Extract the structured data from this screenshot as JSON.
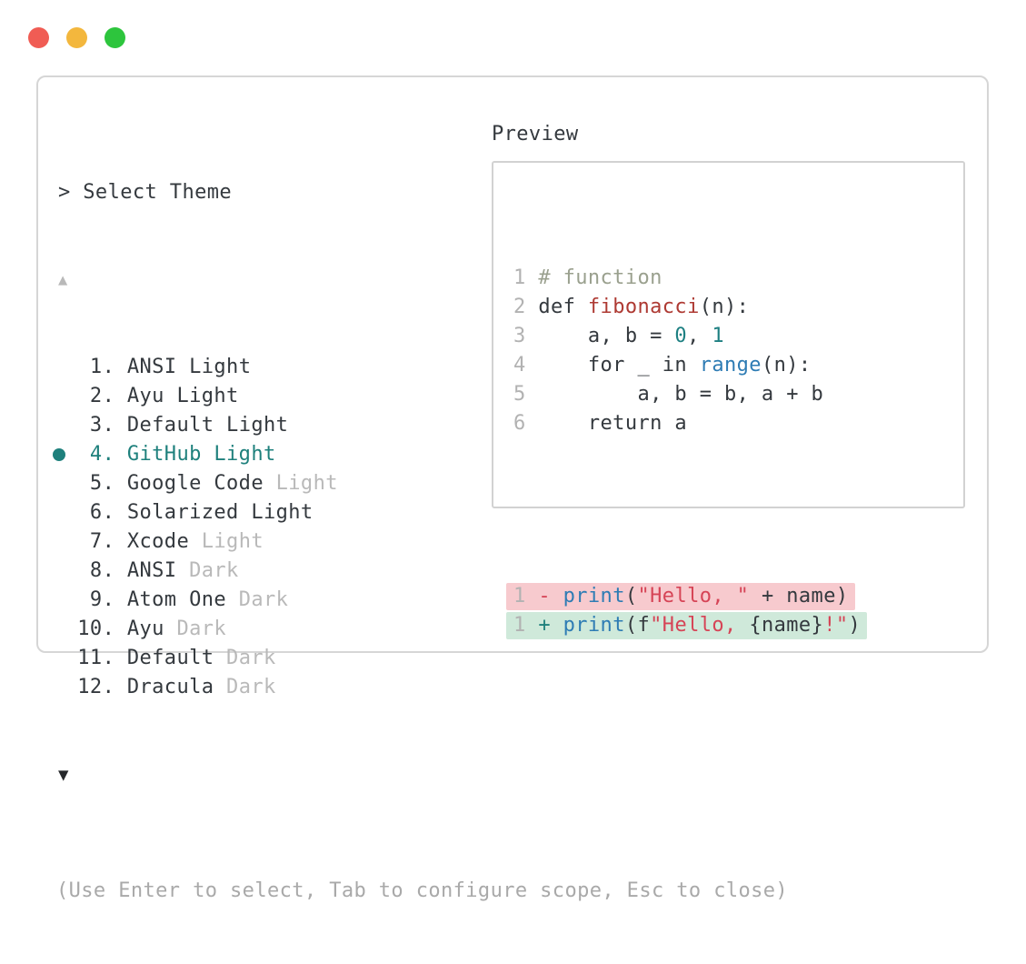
{
  "palette": {
    "text": "#34393e",
    "muted": "#b9b9b9",
    "footer_muted": "#a9a9a9",
    "line_number": "#b2b2b2",
    "teal": "#1e807c",
    "number_teal": "#1e8082",
    "comment": "#9aa08e",
    "function_red": "#ae3a33",
    "builtin_blue": "#2e7cb4",
    "string_red": "#d64456",
    "diff_removed_bg": "#f7cace",
    "diff_added_bg": "#cfe9da",
    "border": "#d6d6d6",
    "border_light": "#d2d2d2",
    "arrow_dark": "#26282b",
    "traffic_red": "#f05c54",
    "traffic_yellow": "#f3b73d",
    "traffic_green": "#2dc53d"
  },
  "window": {
    "controls": [
      "close",
      "minimize",
      "zoom"
    ]
  },
  "selector": {
    "prompt": "> Select Theme",
    "scroll_up_symbol": "▲",
    "scroll_down_symbol": "▼",
    "items": [
      {
        "number": "1",
        "name": "ANSI",
        "suffix": "Light",
        "suffix_muted": false,
        "selected": false
      },
      {
        "number": "2",
        "name": "Ayu",
        "suffix": "Light",
        "suffix_muted": false,
        "selected": false
      },
      {
        "number": "3",
        "name": "Default",
        "suffix": "Light",
        "suffix_muted": false,
        "selected": false
      },
      {
        "number": "4",
        "name": "GitHub",
        "suffix": "Light",
        "suffix_muted": false,
        "selected": true
      },
      {
        "number": "5",
        "name": "Google Code",
        "suffix": "Light",
        "suffix_muted": true,
        "selected": false
      },
      {
        "number": "6",
        "name": "Solarized",
        "suffix": "Light",
        "suffix_muted": false,
        "selected": false
      },
      {
        "number": "7",
        "name": "Xcode",
        "suffix": "Light",
        "suffix_muted": true,
        "selected": false
      },
      {
        "number": "8",
        "name": "ANSI",
        "suffix": "Dark",
        "suffix_muted": true,
        "selected": false
      },
      {
        "number": "9",
        "name": "Atom One",
        "suffix": "Dark",
        "suffix_muted": true,
        "selected": false
      },
      {
        "number": "10",
        "name": "Ayu",
        "suffix": "Dark",
        "suffix_muted": true,
        "selected": false
      },
      {
        "number": "11",
        "name": "Default",
        "suffix": "Dark",
        "suffix_muted": true,
        "selected": false
      },
      {
        "number": "12",
        "name": "Dracula",
        "suffix": "Dark",
        "suffix_muted": true,
        "selected": false
      }
    ],
    "footer_hint": "(Use Enter to select, Tab to configure scope, Esc to close)"
  },
  "preview": {
    "label": "Preview",
    "code_lines": [
      {
        "num": "1",
        "tokens": [
          {
            "t": "# function",
            "c": "comment"
          }
        ]
      },
      {
        "num": "2",
        "tokens": [
          {
            "t": "def ",
            "c": "text"
          },
          {
            "t": "fibonacci",
            "c": "function"
          },
          {
            "t": "(n):",
            "c": "text"
          }
        ]
      },
      {
        "num": "3",
        "tokens": [
          {
            "t": "    a, b = ",
            "c": "text"
          },
          {
            "t": "0",
            "c": "number"
          },
          {
            "t": ", ",
            "c": "text"
          },
          {
            "t": "1",
            "c": "number"
          }
        ]
      },
      {
        "num": "4",
        "tokens": [
          {
            "t": "    for _ in ",
            "c": "text"
          },
          {
            "t": "range",
            "c": "builtin"
          },
          {
            "t": "(n):",
            "c": "text"
          }
        ]
      },
      {
        "num": "5",
        "tokens": [
          {
            "t": "        a, b = b, a + b",
            "c": "text"
          }
        ]
      },
      {
        "num": "6",
        "tokens": [
          {
            "t": "    return a",
            "c": "text"
          }
        ]
      }
    ],
    "diff_lines": [
      {
        "num": "1",
        "kind": "removed",
        "sign": "-",
        "tokens": [
          {
            "t": "print",
            "c": "builtin"
          },
          {
            "t": "(",
            "c": "text"
          },
          {
            "t": "\"Hello, \"",
            "c": "string"
          },
          {
            "t": " + name)",
            "c": "text"
          }
        ]
      },
      {
        "num": "1",
        "kind": "added",
        "sign": "+",
        "tokens": [
          {
            "t": "print",
            "c": "builtin"
          },
          {
            "t": "(f",
            "c": "text"
          },
          {
            "t": "\"Hello, ",
            "c": "string"
          },
          {
            "t": "{name}",
            "c": "text"
          },
          {
            "t": "!\"",
            "c": "string"
          },
          {
            "t": ")",
            "c": "text"
          }
        ]
      }
    ]
  }
}
